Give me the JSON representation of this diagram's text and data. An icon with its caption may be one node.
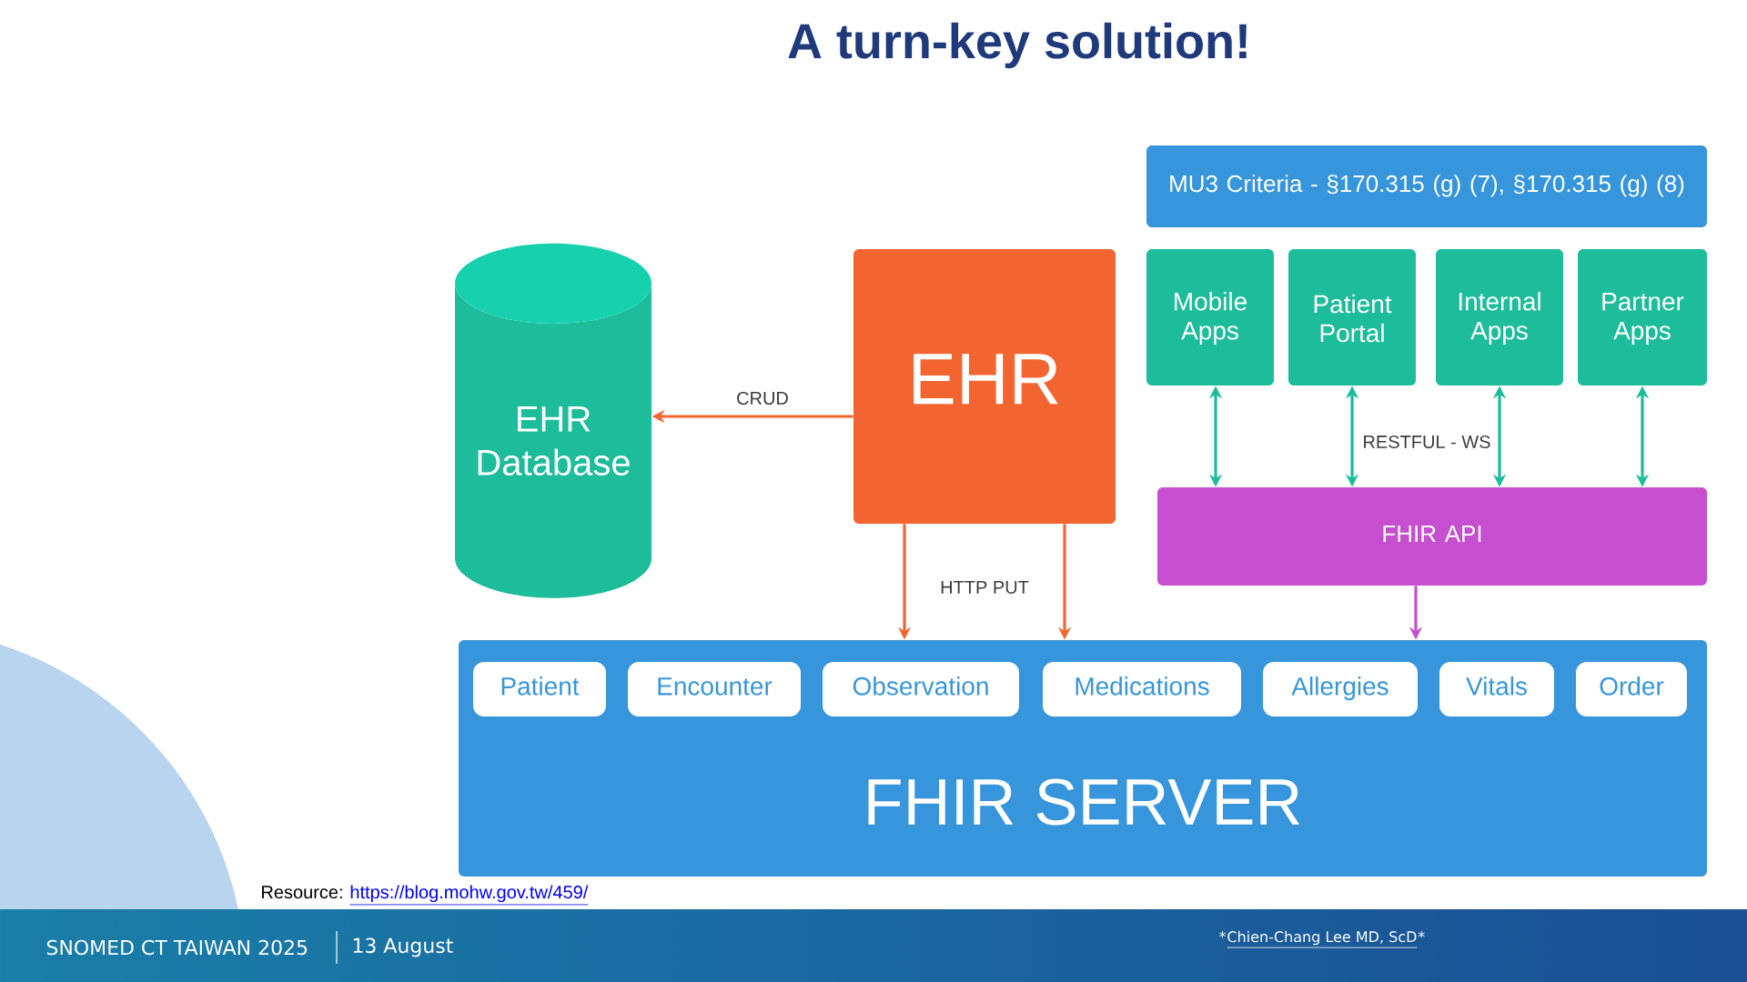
{
  "diagram": {
    "title": "A turn-key solution!",
    "nodes": [
      {
        "text": [
          "EHR Database"
        ]
      },
      {
        "text": [
          "EHR"
        ]
      },
      {
        "text": [
          "MU3 Criteria - §170.315 (g) (7), §170.315 (g) (8)"
        ]
      },
      {
        "text": [
          "Mobile Apps"
        ]
      },
      {
        "text": [
          "Patient Portal"
        ]
      },
      {
        "text": [
          "Internal Apps"
        ]
      },
      {
        "text": [
          "Partner Apps"
        ]
      },
      {
        "text": [
          "FHIR API"
        ]
      },
      {
        "text": [
          "FHIR SERVER"
        ]
      },
      {
        "text": [
          "Patient"
        ],
        "in": 8
      },
      {
        "text": [
          "Encounter"
        ],
        "in": 8
      },
      {
        "text": [
          "Observation"
        ],
        "in": 8
      },
      {
        "text": [
          "Medications"
        ],
        "in": 8
      },
      {
        "text": [
          "Allergies"
        ],
        "in": 8
      },
      {
        "text": [
          "Vitals"
        ],
        "in": 8
      },
      {
        "text": [
          "Order"
        ],
        "in": 8
      }
    ],
    "edges": [
      {
        "from": 1,
        "to": 0,
        "arrow": "to",
        "label": "CRUD",
        "color": "#f26531"
      },
      {
        "from": 1,
        "to": 8,
        "arrow": "to",
        "label": "HTTP PUT",
        "color": "#f26531"
      },
      {
        "from": 1,
        "to": 8,
        "arrow": "to",
        "color": "#f26531"
      },
      {
        "from": 3,
        "to": 7,
        "arrow": "both",
        "color": "#1abc9c"
      },
      {
        "from": 4,
        "to": 7,
        "arrow": "both",
        "color": "#1abc9c"
      },
      {
        "from": 5,
        "to": 7,
        "arrow": "both",
        "label": "RESTFUL - WS",
        "color": "#1abc9c"
      },
      {
        "from": 6,
        "to": 7,
        "arrow": "both",
        "color": "#1abc9c"
      },
      {
        "from": 7,
        "to": 8,
        "arrow": "to",
        "color": "#c64fcf"
      }
    ],
    "labels": [
      "Resource:",
      "https://blog.mohw.gov.tw/459/",
      "SNOMED CT  TAIWAN 2025",
      "13 August",
      "*",
      "Chien-Chang Lee MD, ScD",
      "*"
    ]
  }
}
